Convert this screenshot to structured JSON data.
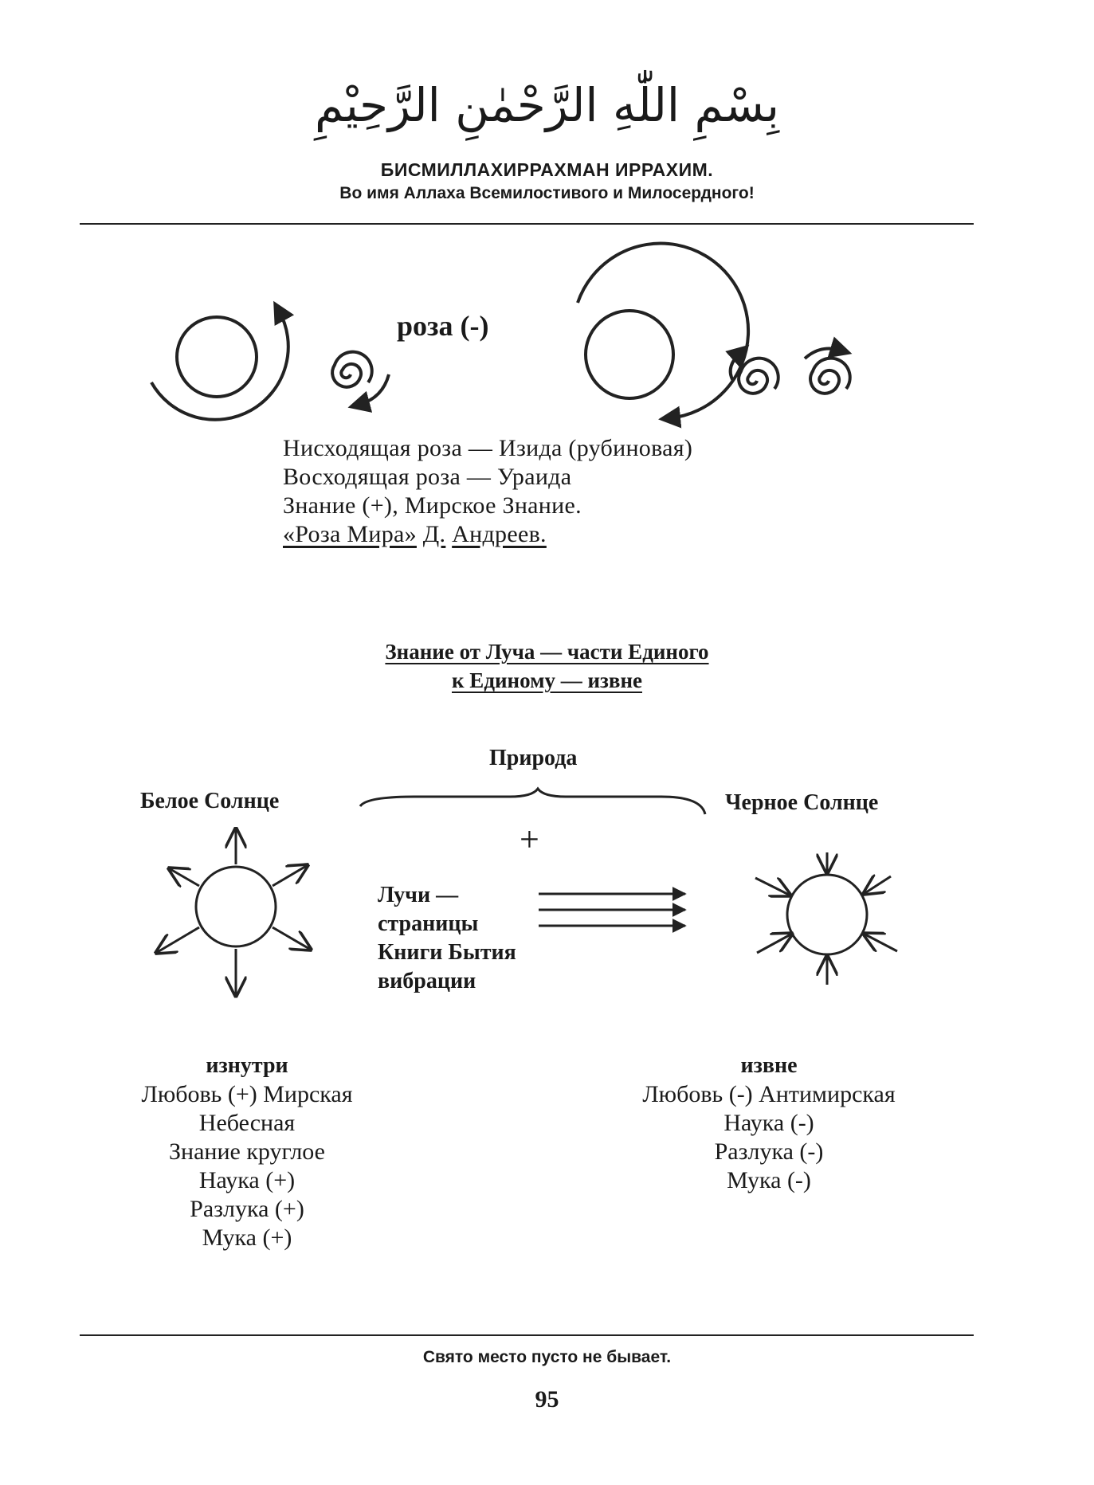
{
  "header": {
    "calligraphy": "بِسْمِ اللّٰهِ الرَّحْمٰنِ الرَّحِيْمِ",
    "title": "БИСМИЛЛАХИРРАХМАН ИРРАХИМ.",
    "subtitle": "Во имя Аллаха Всемилостивого и Милосердного!"
  },
  "rose": {
    "label": "роза (-)",
    "lines": [
      "Нисходящая роза — Изида (рубиновая)",
      "Восходящая роза — Ураида",
      "Знание (+), Мирское Знание."
    ],
    "ref": {
      "book": "«Роза Мира»",
      "initial": "Д.",
      "author": "Андреев."
    }
  },
  "section": {
    "heading_line1": "Знание от Луча — части Единого",
    "heading_line2": "к Единому — извне"
  },
  "diagram": {
    "nature": "Природа",
    "white_sun": "Белое Солнце",
    "black_sun": "Черное Солнце",
    "plus": "+",
    "rays": [
      "Лучи —",
      "страницы",
      "Книги Бытия",
      "вибрации"
    ]
  },
  "left_list": {
    "head": "изнутри",
    "items": [
      "Любовь (+) Мирская",
      "Небесная",
      "Знание круглое",
      "Наука (+)",
      "Разлука (+)",
      "Мука (+)"
    ]
  },
  "right_list": {
    "head": "извне",
    "items": [
      "Любовь (-) Антимирская",
      "Наука (-)",
      "Разлука (-)",
      "Мука (-)"
    ]
  },
  "footer": {
    "proverb": "Свято место пусто не бывает.",
    "page_number": "95"
  }
}
